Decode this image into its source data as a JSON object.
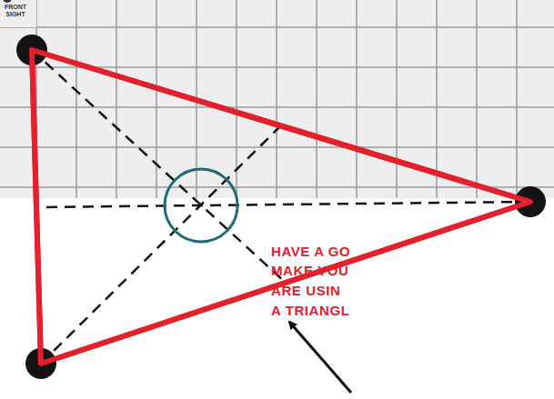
{
  "diagram": {
    "labels": [
      "FRONT SIGHT",
      "HAVE A GO",
      "MAKE YOU",
      "ARE USIN",
      "A TRIANGL"
    ]
  }
}
